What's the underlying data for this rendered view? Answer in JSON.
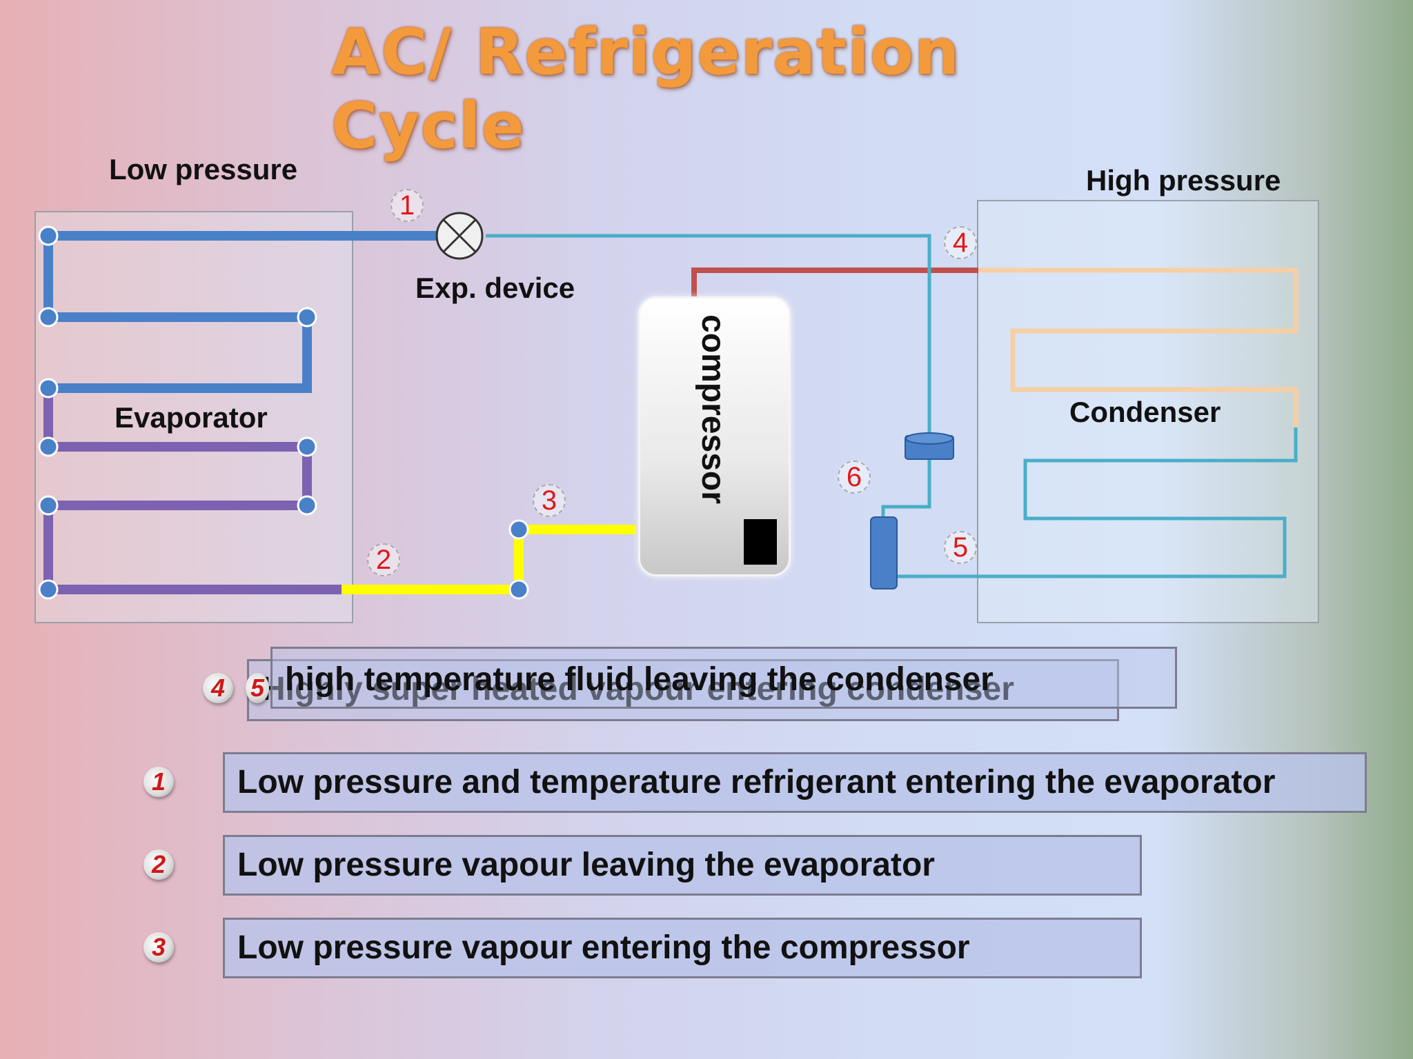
{
  "title": "AC/ Refrigeration Cycle",
  "labels": {
    "low_pressure": "Low pressure",
    "high_pressure": "High pressure",
    "evaporator": "Evaporator",
    "condenser": "Condenser",
    "exp_device": "Exp. device",
    "compressor": "compressor"
  },
  "points": [
    "1",
    "2",
    "3",
    "4",
    "5",
    "6"
  ],
  "overlapping_boxes": [
    {
      "num": "4",
      "text": "Highly super heated vapour entering condenser"
    },
    {
      "num": "5",
      "text": "high temperature fluid leaving the condenser"
    }
  ],
  "legend": [
    {
      "num": "1",
      "text": "Low pressure and temperature refrigerant entering the  evaporator"
    },
    {
      "num": "2",
      "text": "Low pressure vapour leaving the evaporator"
    },
    {
      "num": "3",
      "text": "Low pressure vapour entering the compressor"
    }
  ],
  "colors": {
    "title": "#f39a3c",
    "evaporator_pipe_top": "#4a80c8",
    "evaporator_pipe_bottom": "#7c62b0",
    "suction_line": "#ffff00",
    "discharge_line": "#c0504d",
    "liquid_line": "#4aaec8",
    "condenser_hot": "#f6cfa4",
    "number_text": "#e01818"
  }
}
